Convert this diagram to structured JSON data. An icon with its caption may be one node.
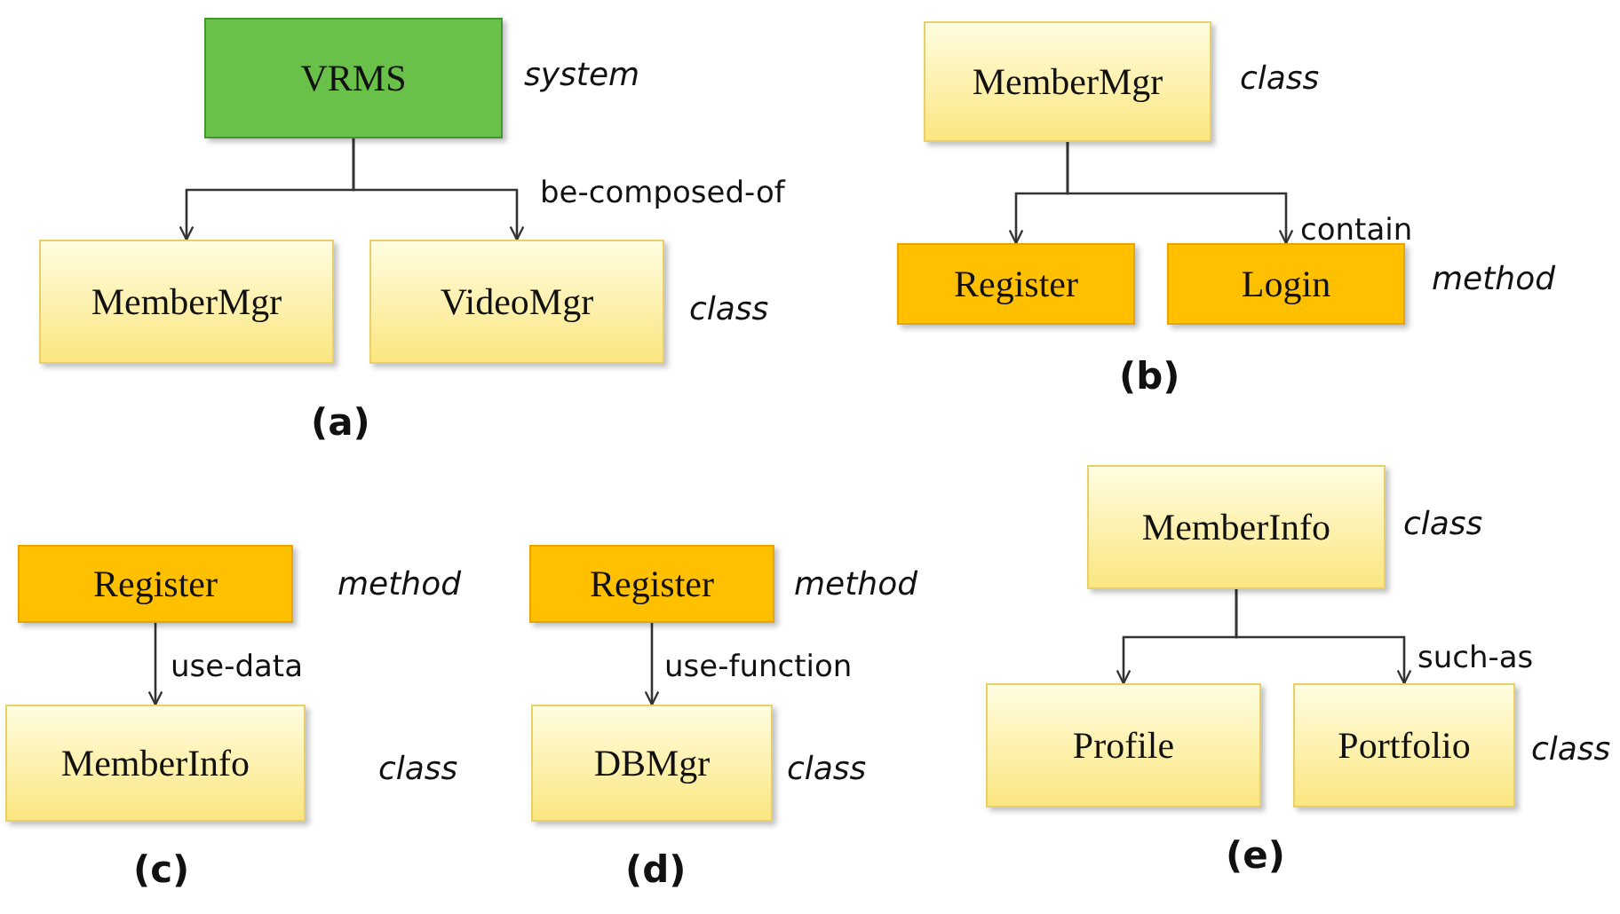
{
  "diagram": {
    "nodes": [
      {
        "text": [
          "VRMS"
        ],
        "beside": [
          "system"
        ]
      },
      {
        "text": [
          "MemberMgr"
        ]
      },
      {
        "text": [
          "VideoMgr"
        ],
        "beside": [
          "class"
        ]
      },
      {
        "text": [
          "MemberMgr"
        ],
        "beside": [
          "class"
        ]
      },
      {
        "text": [
          "Register"
        ]
      },
      {
        "text": [
          "Login"
        ],
        "beside": [
          "method"
        ]
      },
      {
        "text": [
          "Register"
        ],
        "beside": [
          "method"
        ]
      },
      {
        "text": [
          "MemberInfo"
        ],
        "beside": [
          "class"
        ]
      },
      {
        "text": [
          "Register"
        ],
        "beside": [
          "method"
        ]
      },
      {
        "text": [
          "DBMgr"
        ],
        "beside": [
          "class"
        ]
      },
      {
        "text": [
          "MemberInfo"
        ],
        "beside": [
          "class"
        ]
      },
      {
        "text": [
          "Profile"
        ]
      },
      {
        "text": [
          "Portfolio"
        ],
        "beside": [
          "class"
        ]
      }
    ],
    "edges": [
      {
        "from": 0,
        "to": 1,
        "arrow": "to"
      },
      {
        "from": 0,
        "to": 2,
        "arrow": "to",
        "label": "be-composed-of"
      },
      {
        "from": 3,
        "to": 4,
        "arrow": "to"
      },
      {
        "from": 3,
        "to": 5,
        "arrow": "to",
        "label": "contain"
      },
      {
        "from": 6,
        "to": 7,
        "arrow": "to",
        "label": "use-data"
      },
      {
        "from": 8,
        "to": 9,
        "arrow": "to",
        "label": "use-function"
      },
      {
        "from": 10,
        "to": 11,
        "arrow": "to"
      },
      {
        "from": 10,
        "to": 12,
        "arrow": "to",
        "label": "such-as"
      }
    ],
    "labels": [
      "(a)",
      "(b)",
      "(c)",
      "(d)",
      "(e)"
    ]
  }
}
